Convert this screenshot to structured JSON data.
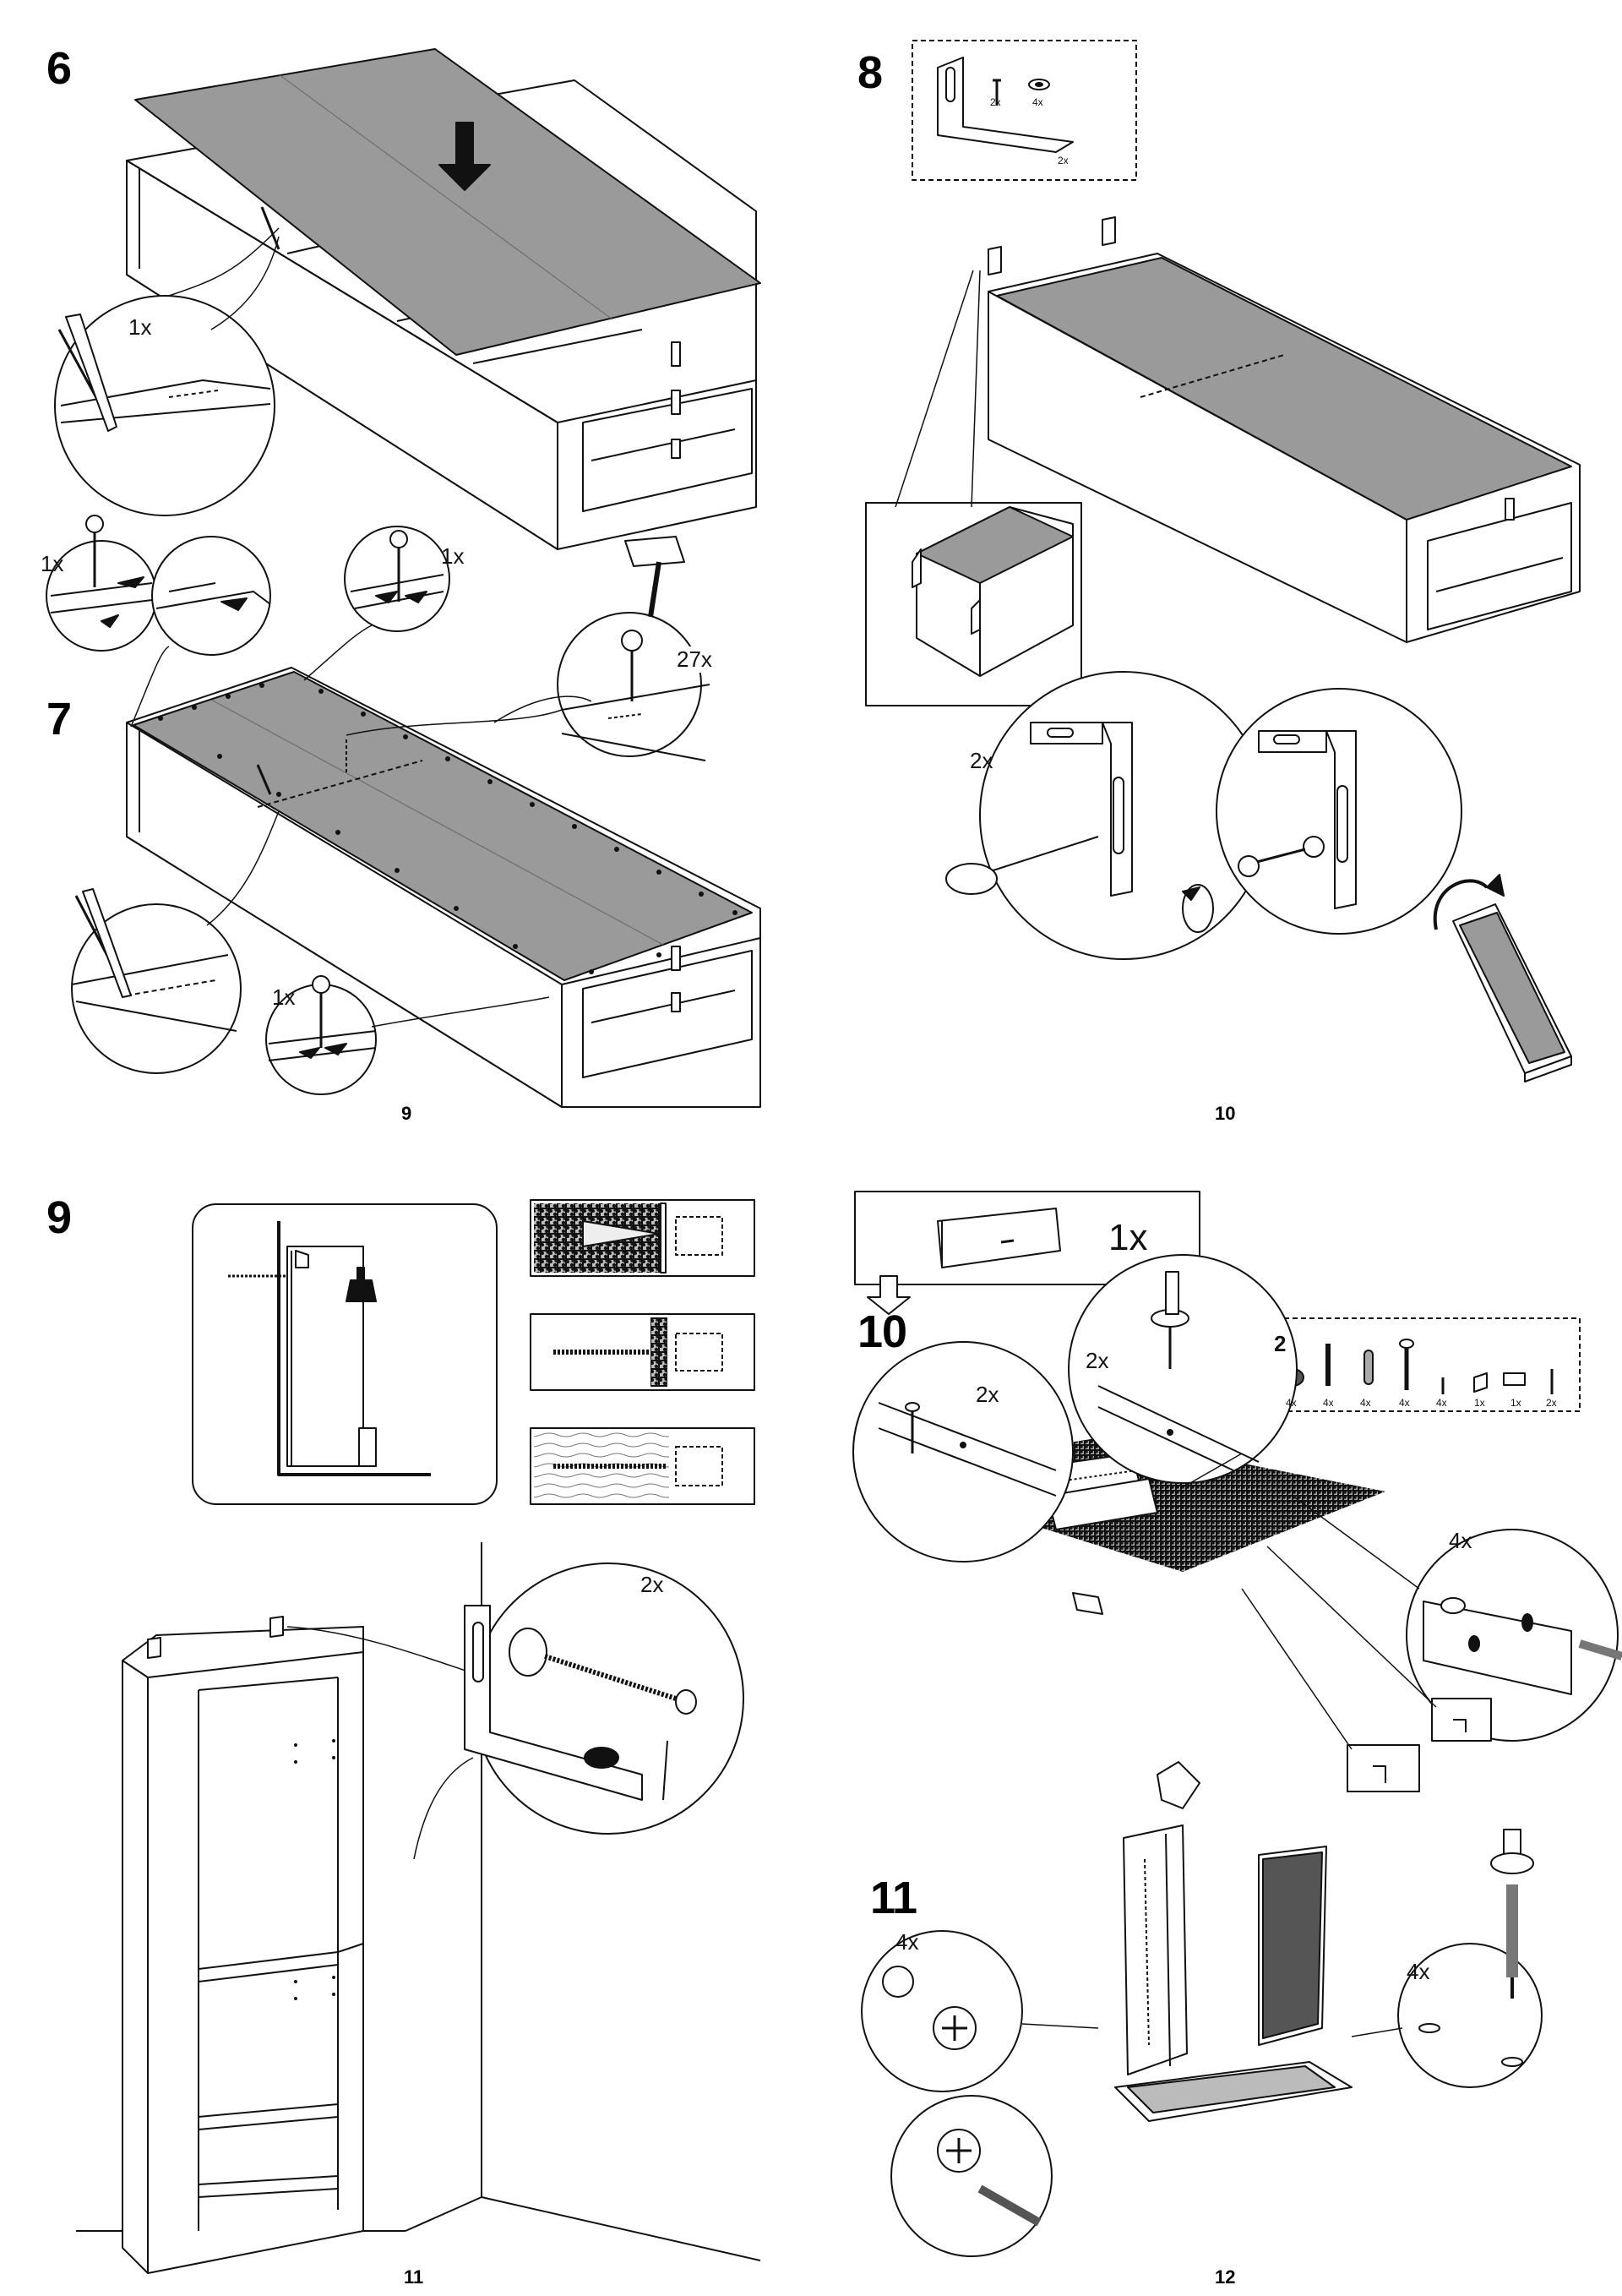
{
  "pages": {
    "top_left": {
      "page_number": "9"
    },
    "top_right": {
      "page_number": "10"
    },
    "bottom_left": {
      "page_number": "11"
    },
    "bottom_right": {
      "page_number": "12"
    }
  },
  "steps": {
    "s6": {
      "number": "6",
      "callout_qty": "1x"
    },
    "s7": {
      "number": "7",
      "nail_qty_a": "1x",
      "nail_qty_b": "1x",
      "nail_qty_c": "27x",
      "nail_qty_d": "1x"
    },
    "s8": {
      "number": "8",
      "parts_screw_qty": "2x",
      "parts_washer_qty": "4x",
      "parts_bracket_qty": "2x",
      "callout_qty": "2x"
    },
    "s9": {
      "number": "9",
      "callout_qty": "2x"
    },
    "s10": {
      "number": "10",
      "drawer_qty": "1x",
      "bag_number": "2",
      "bag_quantities": [
        "4x",
        "4x",
        "4x",
        "4x",
        "4x",
        "1x",
        "1x",
        "2x"
      ],
      "callout_qty_a": "2x",
      "callout_qty_b": "2x",
      "callout_qty_c": "4x"
    },
    "s11": {
      "number": "11",
      "callout_qty_a": "4x",
      "callout_qty_b": "4x"
    }
  }
}
